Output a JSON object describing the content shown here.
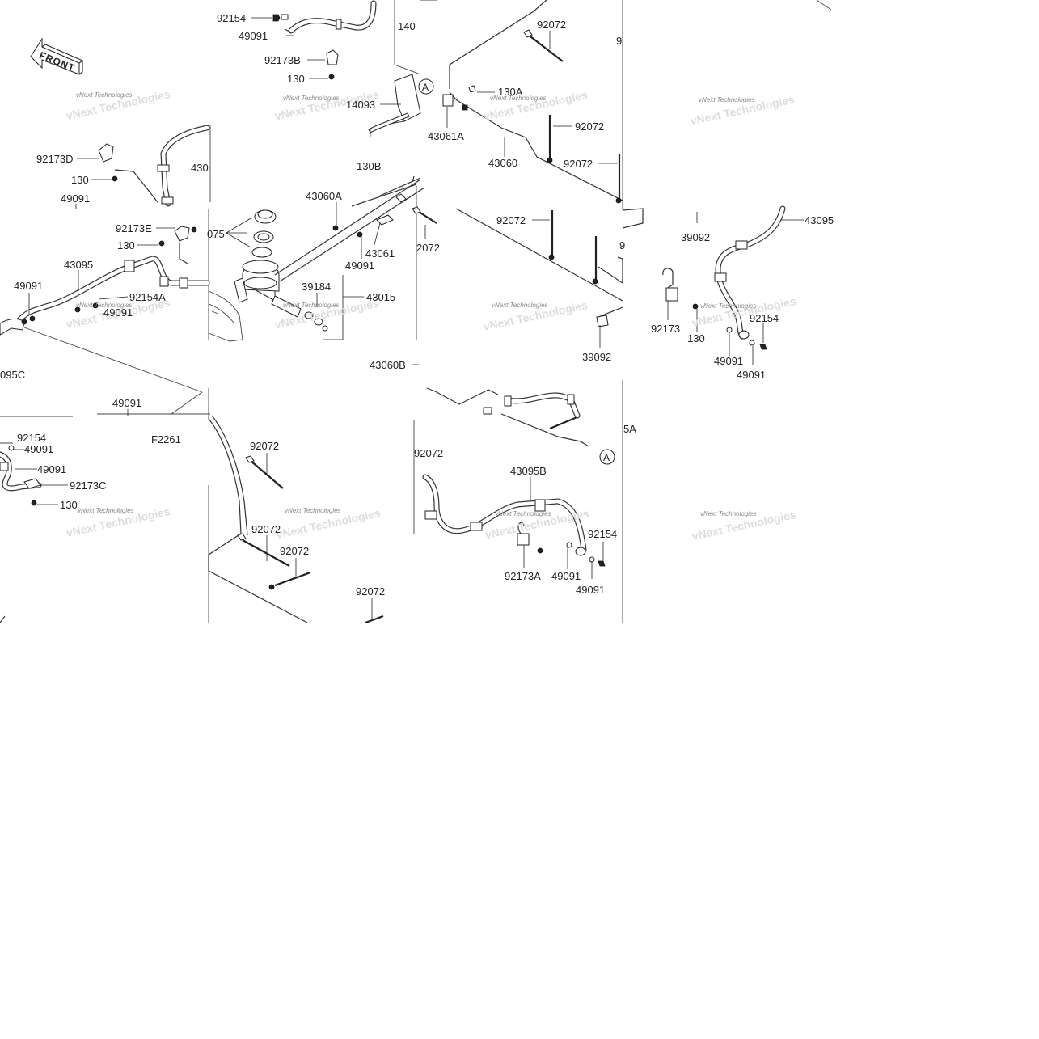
{
  "front_label": "FRONT",
  "watermark": "vNext Technologies",
  "callout": "A",
  "labels": {
    "l01": "92154",
    "l02": "49091",
    "l03": "92173B",
    "l04": "130",
    "l05": "14093",
    "l06": "130B",
    "l07": "140",
    "l08": "92072",
    "l09": "9",
    "l10": "130A",
    "l11": "43061A",
    "l12": "43060",
    "l13": "92072",
    "l14": "92072",
    "l15": "92173D",
    "l16": "130",
    "l17": "49091",
    "l18": "430",
    "l19": "43060A",
    "l20": "2072",
    "l21": "075",
    "l22": "92173E",
    "l23": "130",
    "l24": "43095",
    "l25": "43061",
    "l26": "49091",
    "l27": "49091",
    "l28": "92154A",
    "l29": "49091",
    "l30": "39184",
    "l31": "43015",
    "l32": "92072",
    "l33": "9",
    "l34": "39092",
    "l35": "43095",
    "l36": "92173",
    "l37": "130",
    "l38": "92154",
    "l39": "49091",
    "l40": "49091",
    "l41": "39092",
    "l42": "095C",
    "l43": "43060B",
    "l44": "49091",
    "l45": "F2261",
    "l46": "92154",
    "l47": "49091",
    "l48": "49091",
    "l49": "92173C",
    "l50": "130",
    "l51": "92072",
    "l52": "5A",
    "l53": "92072",
    "l54": "43095B",
    "l55": "92072",
    "l56": "92072",
    "l57": "92072",
    "l58": "92154",
    "l59": "92173A",
    "l60": "49091",
    "l61": "49091"
  }
}
